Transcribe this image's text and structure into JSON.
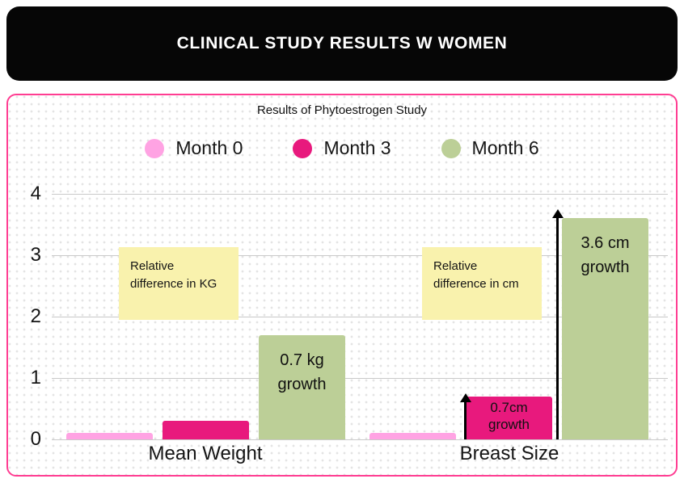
{
  "header": {
    "title": "CLINICAL STUDY RESULTS W WOMEN"
  },
  "chart": {
    "title": "Results of Phytoestrogen Study"
  },
  "chart_data": {
    "type": "bar",
    "title": "Results of Phytoestrogen Study",
    "categories": [
      "Mean Weight",
      "Breast Size"
    ],
    "series": [
      {
        "name": "Month 0",
        "color": "#ffa3e3",
        "values": [
          0.1,
          0.1
        ],
        "labels": [
          "",
          ""
        ]
      },
      {
        "name": "Month 3",
        "color": "#e8197d",
        "values": [
          0.3,
          0.7
        ],
        "labels": [
          "",
          "0.7cm growth"
        ]
      },
      {
        "name": "Month 6",
        "color": "#bccf97",
        "values": [
          1.7,
          3.6
        ],
        "labels": [
          "0.7 kg growth",
          "3.6 cm growth"
        ]
      }
    ],
    "y_ticks": [
      "4",
      "3",
      "2",
      "1",
      "0"
    ],
    "ylim": [
      0,
      4
    ],
    "grid": "horizontal",
    "legend_position": "top",
    "annotations": [
      {
        "text": "Relative difference in KG",
        "style": "sticky-note",
        "near": "Mean Weight"
      },
      {
        "text": "Relative difference in cm",
        "style": "sticky-note",
        "near": "Breast Size"
      }
    ],
    "growth_arrows": [
      {
        "category": "Breast Size",
        "series": "Month 3",
        "direction": "up"
      },
      {
        "category": "Breast Size",
        "series": "Month 6",
        "direction": "up"
      }
    ],
    "colors": {
      "card_border": "#ff3d92",
      "note_background": "#f9f2ad",
      "header_background": "#060606",
      "gridline": "#c9c9c9"
    }
  }
}
